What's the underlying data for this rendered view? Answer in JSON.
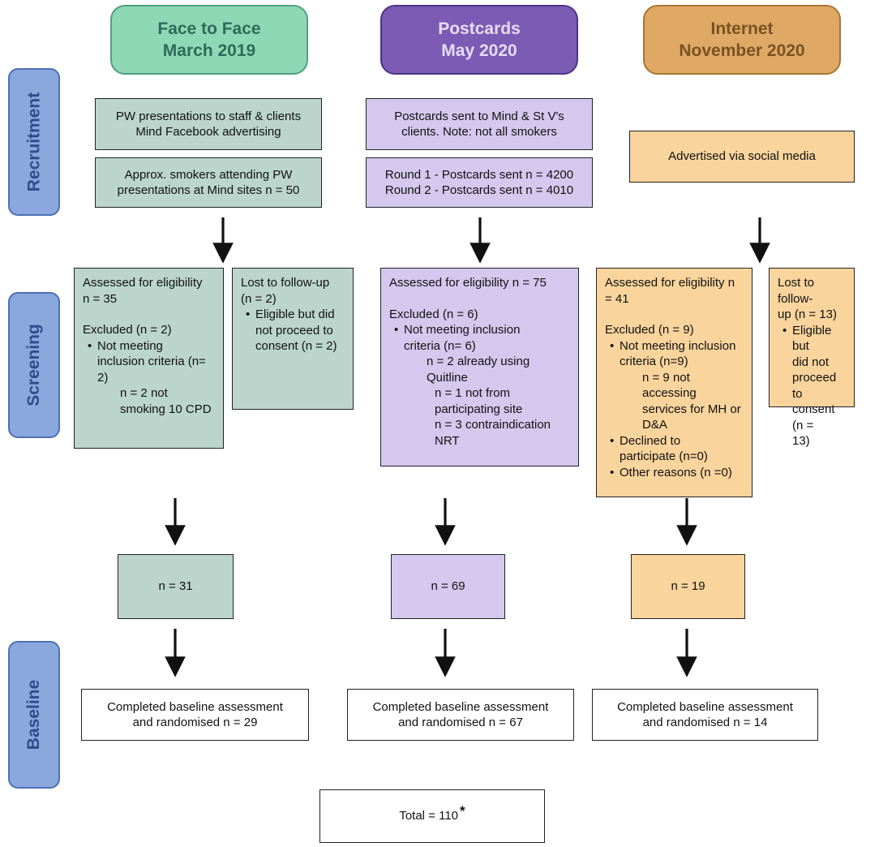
{
  "columns": [
    {
      "title": "Face to Face",
      "date": "March 2019"
    },
    {
      "title": "Postcards",
      "date": "May 2020"
    },
    {
      "title": "Internet",
      "date": "November 2020"
    }
  ],
  "stages": [
    "Recruitment",
    "Screening",
    "Baseline"
  ],
  "recruitment": {
    "f2f_1": [
      "PW presentations to staff & clients",
      "Mind Facebook advertising"
    ],
    "f2f_2": [
      "Approx. smokers attending PW",
      "presentations at Mind sites n = 50"
    ],
    "post_1": [
      "Postcards sent to Mind & St V's",
      "clients. Note: not all smokers"
    ],
    "post_2": [
      "Round 1 - Postcards sent n = 4200",
      "Round 2 - Postcards sent n = 4010"
    ],
    "net_1": "Advertised via social media"
  },
  "screening": {
    "f2f_assessed": {
      "l1": "Assessed for eligibility",
      "l2": "n = 35",
      "l3": "Excluded (n = 2)",
      "b1a": "Not meeting",
      "b1b": "inclusion criteria (n=",
      "b1c": "2)",
      "s1": "n = 2 not",
      "s2": "smoking 10 CPD"
    },
    "f2f_lost": {
      "l1": "Lost to follow-up",
      "l2": "(n = 2)",
      "b1a": "Eligible but did",
      "b1b": "not proceed to",
      "b1c": "consent (n = 2)"
    },
    "post_assessed": {
      "l1": "Assessed for eligibility n = 75",
      "l2": "Excluded (n = 6)",
      "b1a": "Not meeting inclusion",
      "b1b": "criteria (n= 6)",
      "s1": "n = 2 already using",
      "s2": "Quitline",
      "s3": "n = 1 not from",
      "s4": "participating site",
      "s5": "n = 3 contraindication",
      "s6": "NRT"
    },
    "net_assessed": {
      "l1": "Assessed for eligibility n",
      "l2": "= 41",
      "l3": "Excluded (n = 9)",
      "b1a": "Not meeting inclusion",
      "b1b": "criteria (n=9)",
      "s1": "n = 9 not",
      "s2": "accessing",
      "s3": "services for MH or",
      "s4": "D&A",
      "b2a": "Declined to",
      "b2b": "participate (n=0)",
      "b3": "Other reasons (n =0)"
    },
    "net_lost": {
      "l1": "Lost to follow-",
      "l2": "up (n = 13)",
      "b1a": "Eligible but",
      "b1b": "did not",
      "b1c": "proceed to",
      "b1d": "consent (n =",
      "b1e": "13)"
    }
  },
  "counts": {
    "f2f": "n = 31",
    "post": "n = 69",
    "net": "n = 19"
  },
  "baseline": {
    "f2f": [
      "Completed baseline assessment",
      "and randomised n = 29"
    ],
    "post": [
      "Completed baseline assessment",
      "and randomised n = 67"
    ],
    "net": [
      "Completed baseline assessment",
      "and randomised n = 14"
    ]
  },
  "total": {
    "label": "Total = 110",
    "mark": "*"
  },
  "colors": {
    "f2f_header": "#8fd8b6",
    "post_header": "#7b5bb3",
    "net_header": "#e0a865",
    "f2f_box": "#bbd5cc",
    "post_box": "#d4c8ee",
    "net_box": "#f9d49c",
    "stage": "#8aa8de"
  }
}
